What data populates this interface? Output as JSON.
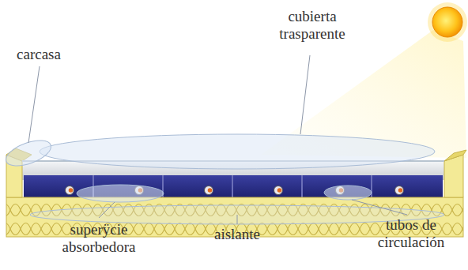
{
  "diagram": {
    "labels": [
      "carcasa",
      "cubierta trasparente",
      "superÿcie absorbedora",
      "aislante",
      "tubos de circulación"
    ]
  }
}
